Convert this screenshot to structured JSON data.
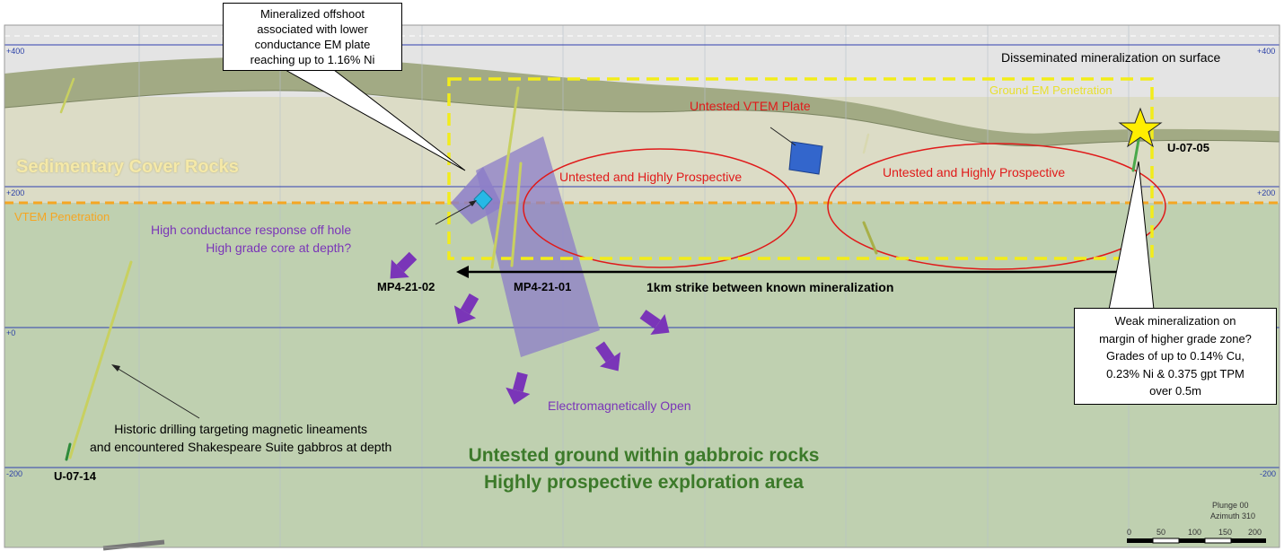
{
  "colors": {
    "sky": "#e4e4e4",
    "overburden": "#a2aa84",
    "sediment": "#dcdcc6",
    "gabbro": "#bfd0b0",
    "grid": "#2f3fb0",
    "em_box": "#f2ec1a",
    "vtem_line": "#f5a623",
    "anomaly_ellipse": "#e01a1a",
    "em_plate": "#8c7ec8",
    "vtem_plate": "#3366cc",
    "arrow_purple": "#7a35b8",
    "drillhole": "#c8d060",
    "star": "#ffee00"
  },
  "elevations": {
    "top_left": "+400",
    "top_right": "+400",
    "mid_left": "+200",
    "mid_right": "+200",
    "zero_left": "+0",
    "low_left": "-200",
    "low_right": "-200"
  },
  "labels": {
    "sedimentary": "Sedimentary Cover Rocks",
    "vtem_penetration": "VTEM Penetration",
    "ground_em": "Ground EM Penetration",
    "disseminated": "Disseminated mineralization on surface",
    "untested_vtem_plate": "Untested VTEM Plate",
    "untested_prospective_1": "Untested and Highly Prospective",
    "untested_prospective_2": "Untested and Highly Prospective",
    "high_conductance_1": "High conductance response off hole",
    "high_conductance_2": "High grade core at depth?",
    "strike": "1km strike between known mineralization",
    "em_open": "Electromagnetically Open",
    "historic_1": "Historic drilling targeting magnetic lineaments",
    "historic_2": "and encountered Shakespeare Suite gabbros at depth",
    "untested_ground": "Untested ground within gabbroic rocks",
    "prospective_area": "Highly prospective exploration area"
  },
  "holes": {
    "mp4_21_02": "MP4-21-02",
    "mp4_21_01": "MP4-21-01",
    "u_07_05": "U-07-05",
    "u_07_14": "U-07-14"
  },
  "callouts": {
    "offshoot": [
      "Mineralized offshoot",
      "associated with lower",
      "conductance EM plate",
      "reaching up to 1.16% Ni"
    ],
    "weak": [
      "Weak mineralization on",
      "margin of higher grade zone?",
      "Grades of up to 0.14% Cu,",
      "0.23% Ni & 0.375 gpt TPM",
      "over 0.5m"
    ]
  },
  "view": {
    "plunge": "Plunge 00",
    "azimuth": "Azimuth 310"
  },
  "scale": [
    "0",
    "50",
    "100",
    "150",
    "200"
  ]
}
